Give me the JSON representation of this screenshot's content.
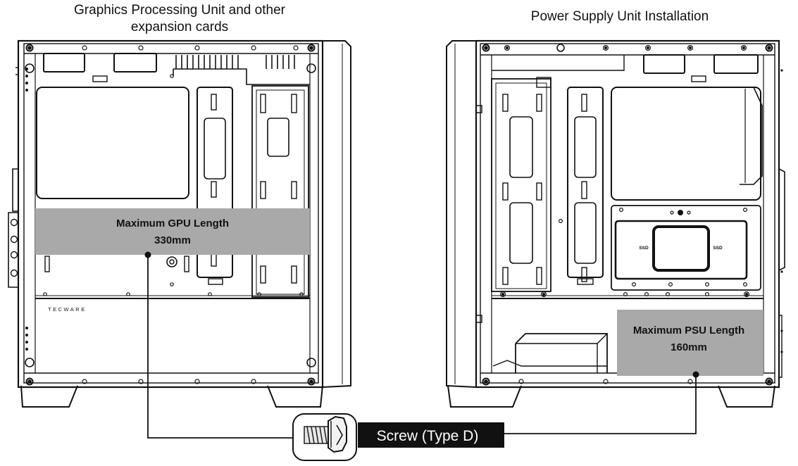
{
  "titles": {
    "left": "Graphics Processing Unit and other expansion cards",
    "right": "Power Supply Unit Installation"
  },
  "gpu_callout": {
    "label": "Maximum GPU Length",
    "value": "330mm"
  },
  "psu_callout": {
    "label": "Maximum PSU Length",
    "value": "160mm"
  },
  "brand": "TECWARE",
  "ssd_labels": [
    "SSD",
    "SSD"
  ],
  "screw_label": "Screw (Type D)",
  "colors": {
    "callout_fill": "#a9a9a9",
    "line": "#111111",
    "screw_label_bg": "#111111"
  }
}
